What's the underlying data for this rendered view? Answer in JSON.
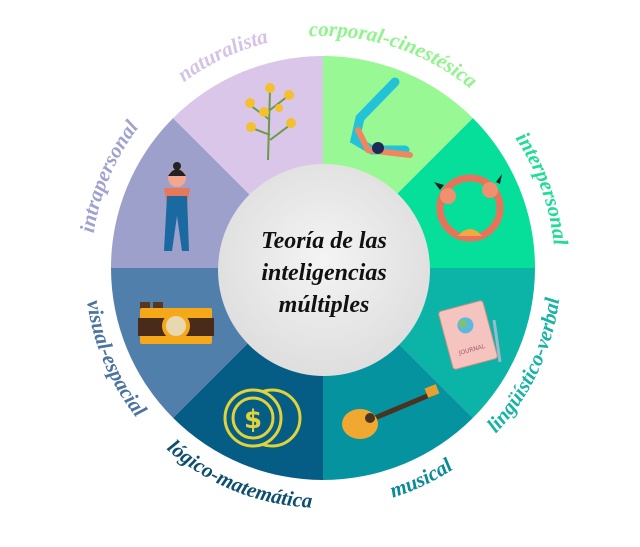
{
  "title": {
    "line1": "Teoría de las",
    "line2": "inteligencias",
    "line3": "múltiples"
  },
  "segments": [
    {
      "label": "corporal-cinestésica",
      "color": "#98f894",
      "label_color": "#8ef58a",
      "icon": "yoga-pose-icon"
    },
    {
      "label": "interpersonal",
      "color": "#06df99",
      "label_color": "#1fdc96",
      "icon": "people-circle-icon"
    },
    {
      "label": "lingüístico-verbal",
      "color": "#0bb4a7",
      "label_color": "#17b3a3",
      "icon": "journal-icon"
    },
    {
      "label": "musical",
      "color": "#05939f",
      "label_color": "#0a8a98",
      "icon": "guitar-icon"
    },
    {
      "label": "lógico-matemática",
      "color": "#055c85",
      "label_color": "#0d4f70",
      "icon": "coins-icon"
    },
    {
      "label": "visual-espacial",
      "color": "#517fab",
      "label_color": "#4a73a0",
      "icon": "camera-icon"
    },
    {
      "label": "intrapersonal",
      "color": "#9da0cb",
      "label_color": "#9fa2cf",
      "icon": "person-heart-icon"
    },
    {
      "label": "naturalista",
      "color": "#d9c6e8",
      "label_color": "#d5c3e6",
      "icon": "flower-branch-icon"
    }
  ],
  "icons": {
    "journal_text": "JOURNAL",
    "coin_symbol": "$"
  }
}
